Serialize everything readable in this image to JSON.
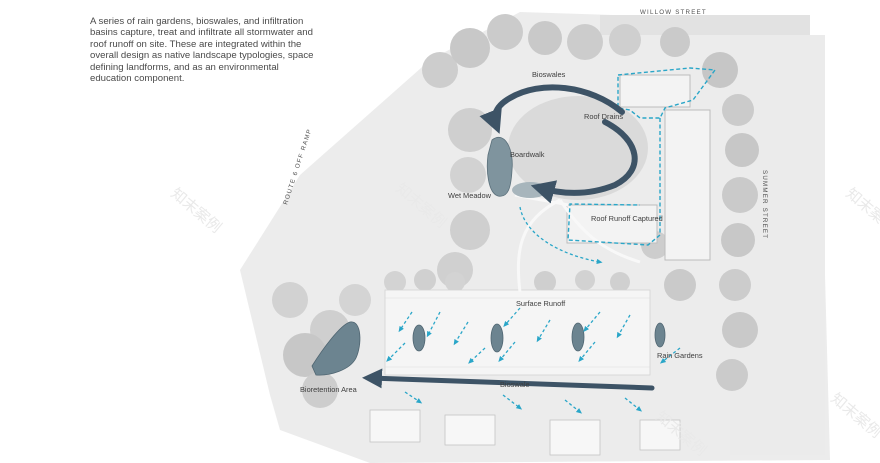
{
  "description": "A series of rain gardens, bioswales, and infiltration basins capture, treat and infiltrate all stormwater and roof runoff on site.  These are integrated within the overall design as native landscape typologies, space defining landforms, and as an environmental education component.",
  "streets": {
    "north": "WILLOW STREET",
    "east": "SUMMER STREET",
    "west": "ROUTE 6 OFF RAMP"
  },
  "labels": {
    "bioswales": "Bioswales",
    "roof_drains": "Roof Drains",
    "boardwalk": "Boardwalk",
    "wet_meadow": "Wet Meadow",
    "roof_runoff_captured": "Roof Runoff Captured",
    "surface_runoff": "Surface Runoff",
    "rain_gardens": "Rain Gardens",
    "bioretention_area": "Bioretention Area",
    "bioswale": "Bioswale"
  },
  "watermark": "知末案例",
  "colors": {
    "arrow": "#3d5366",
    "water_accent": "#2aa6c8",
    "pond": "#6c8490",
    "trees": "#c9c9c9",
    "lawn": "#d9d9d9"
  }
}
